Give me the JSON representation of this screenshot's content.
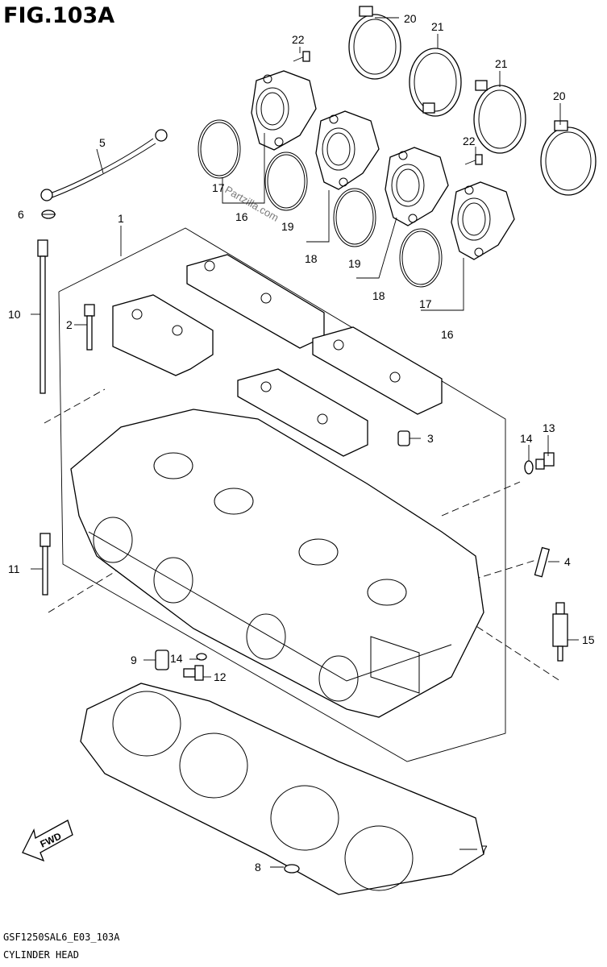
{
  "figure_title": "FIG.103A",
  "footer": {
    "model_code": "GSF1250SAL6_E03_103A",
    "section_name": "CYLINDER HEAD"
  },
  "watermark": "Partzilla.com",
  "fwd_label": "FWD",
  "callouts": [
    {
      "id": "c20a",
      "text": "20"
    },
    {
      "id": "c22a",
      "text": "22"
    },
    {
      "id": "c21a",
      "text": "21"
    },
    {
      "id": "c21b",
      "text": "21"
    },
    {
      "id": "c20b",
      "text": "20"
    },
    {
      "id": "c22b",
      "text": "22"
    },
    {
      "id": "c5",
      "text": "5"
    },
    {
      "id": "c17a",
      "text": "17"
    },
    {
      "id": "c16a",
      "text": "16"
    },
    {
      "id": "c19a",
      "text": "19"
    },
    {
      "id": "c6",
      "text": "6"
    },
    {
      "id": "c1",
      "text": "1"
    },
    {
      "id": "c18a",
      "text": "18"
    },
    {
      "id": "c19b",
      "text": "19"
    },
    {
      "id": "c18b",
      "text": "18"
    },
    {
      "id": "c17b",
      "text": "17"
    },
    {
      "id": "c16b",
      "text": "16"
    },
    {
      "id": "c10",
      "text": "10"
    },
    {
      "id": "c2",
      "text": "2"
    },
    {
      "id": "c3",
      "text": "3"
    },
    {
      "id": "c13",
      "text": "13"
    },
    {
      "id": "c14a",
      "text": "14"
    },
    {
      "id": "c4",
      "text": "4"
    },
    {
      "id": "c11",
      "text": "11"
    },
    {
      "id": "c15",
      "text": "15"
    },
    {
      "id": "c9",
      "text": "9"
    },
    {
      "id": "c14b",
      "text": "14"
    },
    {
      "id": "c12",
      "text": "12"
    },
    {
      "id": "c7",
      "text": "7"
    },
    {
      "id": "c8",
      "text": "8"
    }
  ]
}
